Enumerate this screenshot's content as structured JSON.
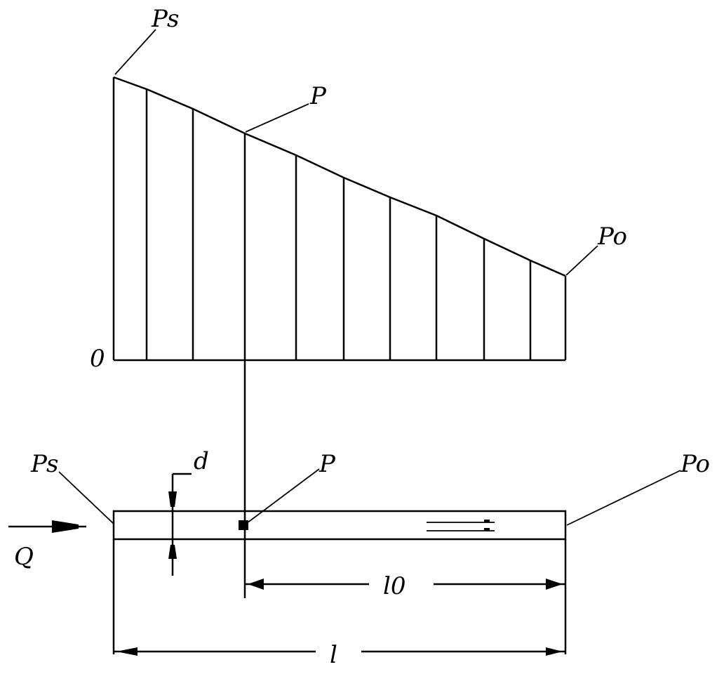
{
  "diagram": {
    "pressure_chart": {
      "label_start": "Ps",
      "label_point": "P",
      "label_end": "Po",
      "label_origin": "0"
    },
    "pipe": {
      "label_inlet_pressure": "Ps",
      "label_point_pressure": "P",
      "label_outlet_pressure": "Po",
      "label_diameter": "d",
      "label_flow": "Q",
      "label_length_from_point": "l0",
      "label_total_length": "l"
    }
  }
}
